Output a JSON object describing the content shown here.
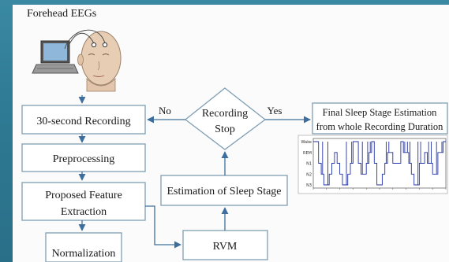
{
  "diagram": {
    "title": "Forehead EEGs",
    "nodes": {
      "recording": "30-second Recording",
      "preprocessing": "Preprocessing",
      "feature_line1": "Proposed Feature",
      "feature_line2": "Extraction",
      "normalization": "Normalization",
      "rvm": "RVM",
      "estimation": "Estimation of Sleep Stage",
      "decision_line1": "Recording",
      "decision_line2": "Stop",
      "final_line1": "Final Sleep Stage Estimation",
      "final_line2": "from whole Recording Duration"
    },
    "edge_labels": {
      "no": "No",
      "yes": "Yes"
    }
  },
  "hypnogram": {
    "stage_labels": [
      "Wake",
      "REM",
      "N1",
      "N2",
      "N3"
    ],
    "colors": {
      "line": "#2233aa",
      "accent": "#3e6f9c"
    }
  }
}
